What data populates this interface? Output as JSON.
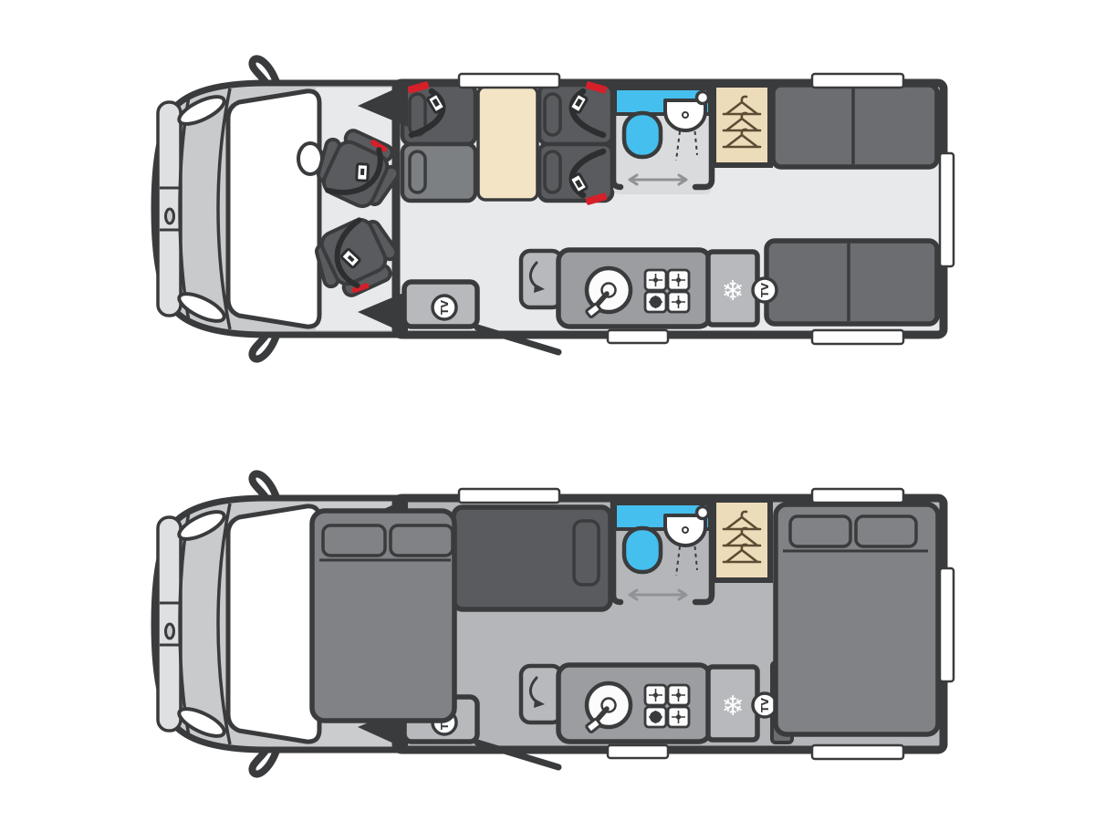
{
  "title": "Motorhome floorplan diagram with daytime and nighttime layouts",
  "icons": {
    "tv_label": "TV",
    "snowflake_glyph": "❄"
  },
  "colors": {
    "canvas": "#ffffff",
    "outline": "#3a3b3d",
    "cab-body": "#c9cacb",
    "cab-trim": "#dfe0e2",
    "floor-day": "#e8e9eb",
    "bath-day": "#dadbdd",
    "cabin-day": "#e8e9eb",
    "floor-night": "#b4b6b9",
    "bath-night": "#b4b6b9",
    "cabin-night": "#cbccce",
    "seat": "#7d8083",
    "seat-dark": "#595b5e",
    "bench": "#6b6d70",
    "bed": "#808285",
    "bed-dark": "#595b5e",
    "table": "#f2e4c5",
    "wardrobe": "#ecdcba",
    "hanger": "#5e4b34",
    "blue": "#45bfee",
    "counter": "#9b9da0",
    "unit": "#b7b9bc",
    "red": "#d5202a",
    "belt": "#2d2e30",
    "arrow": "#909295"
  },
  "layouts": {
    "day": {
      "features": [
        "cab",
        "wing-mirrors",
        "swivel-seat",
        "swivel-seat",
        "side-table",
        "belted-dinette-seats",
        "dinette-table",
        "shower-room",
        "toilet",
        "washbasin",
        "wardrobe",
        "kitchen-sink",
        "hob",
        "fridge",
        "tv-point",
        "tv-cabinet",
        "entry-door",
        "rear-lounge-benches",
        "windows"
      ]
    },
    "night": {
      "features": [
        "cab",
        "wing-mirrors",
        "front-double-bed",
        "dinette-single-bed",
        "shower-room",
        "toilet",
        "washbasin",
        "wardrobe",
        "kitchen-sink",
        "hob",
        "fridge",
        "tv-point",
        "tv-cabinet",
        "entry-door",
        "rear-double-bed",
        "windows"
      ]
    }
  }
}
